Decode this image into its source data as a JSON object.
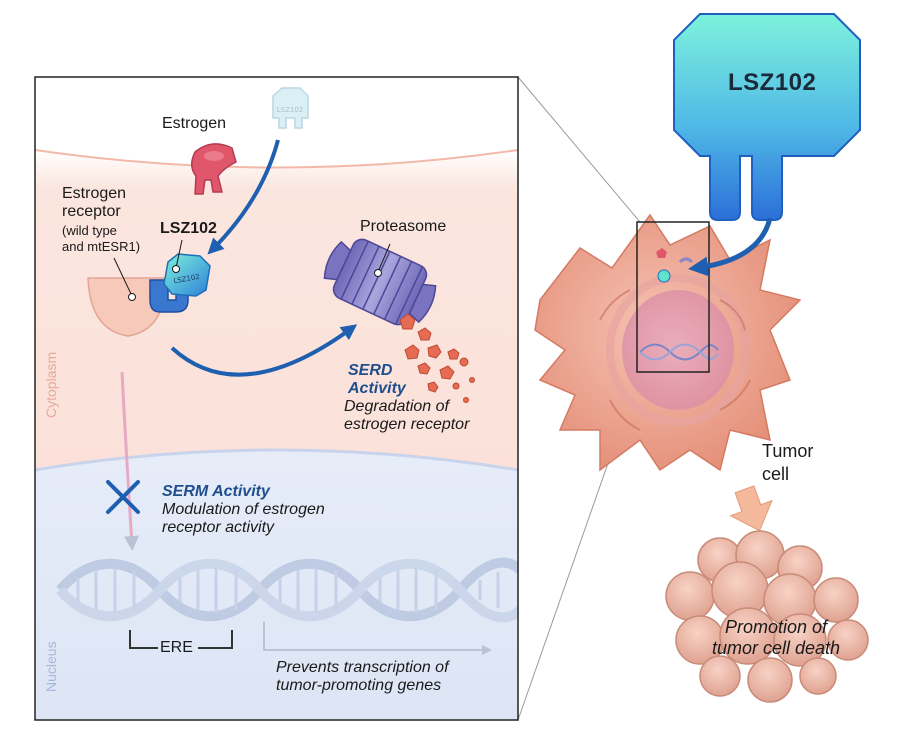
{
  "labels": {
    "estrogen": "Estrogen",
    "estrogen_receptor_line1": "Estrogen",
    "estrogen_receptor_line2": "receptor",
    "estrogen_receptor_line3": "(wild type",
    "estrogen_receptor_line4": "and mtESR1)",
    "drug_name": "LSZ102",
    "drug_small_tag": "LSZ102",
    "proteasome": "Proteasome",
    "serd_title_line1": "SERD",
    "serd_title_line2": "Activity",
    "serd_desc_line1": "Degradation of",
    "serd_desc_line2": "estrogen receptor",
    "serm_title": "SERM Activity",
    "serm_desc_line1": "Modulation of estrogen",
    "serm_desc_line2": "receptor activity",
    "cytoplasm": "Cytoplasm",
    "nucleus": "Nucleus",
    "ere": "ERE",
    "prevents_line1": "Prevents transcription of",
    "prevents_line2": "tumor-promoting genes",
    "tumor_line1": "Tumor",
    "tumor_line2": "cell",
    "big_drug_name": "LSZ102",
    "death_line1": "Promotion of",
    "death_line2": "tumor cell death"
  },
  "icons": {
    "estrogen": "estrogen-molecule-icon",
    "drug": "lsz102-drug-icon",
    "receptor": "estrogen-receptor-icon",
    "proteasome": "proteasome-icon",
    "blocked": "x-mark-icon",
    "dna": "dna-helix-icon",
    "cell": "tumor-cell-icon",
    "dead_cell": "dead-cell-cluster-icon"
  },
  "colors": {
    "cytoplasm": "#fbe3dc",
    "nucleus": "#dfe7f6",
    "accent_blue": "#1f5fb0",
    "drug_teal": "#5fe3cf",
    "estrogen_red": "#e0566a",
    "proteasome_purple": "#8a86c8",
    "fragments": "#e56b52"
  }
}
